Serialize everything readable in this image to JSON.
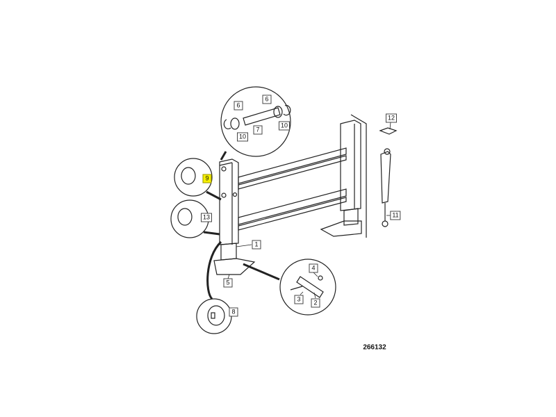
{
  "diagram": {
    "drawing_number": "266132",
    "callouts": [
      {
        "label": "6",
        "highlighted": false
      },
      {
        "label": "6",
        "highlighted": false
      },
      {
        "label": "7",
        "highlighted": false
      },
      {
        "label": "10",
        "highlighted": false
      },
      {
        "label": "10",
        "highlighted": false
      },
      {
        "label": "12",
        "highlighted": false
      },
      {
        "label": "11",
        "highlighted": false
      },
      {
        "label": "9",
        "highlighted": true
      },
      {
        "label": "13",
        "highlighted": false
      },
      {
        "label": "1",
        "highlighted": false
      },
      {
        "label": "5",
        "highlighted": false
      },
      {
        "label": "4",
        "highlighted": false
      },
      {
        "label": "3",
        "highlighted": false
      },
      {
        "label": "2",
        "highlighted": false
      },
      {
        "label": "8",
        "highlighted": false
      }
    ],
    "highlight_color": "#f6f000"
  }
}
